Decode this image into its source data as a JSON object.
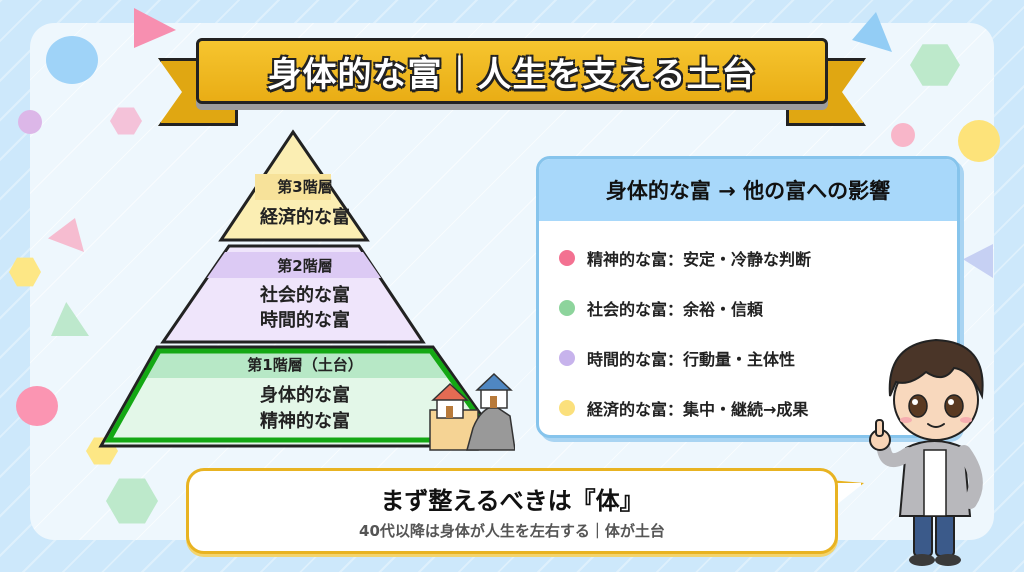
{
  "title": {
    "text": "身体的な富｜人生を支える土台",
    "ribbon_color": "#f3bc22"
  },
  "pyramid": {
    "tiers": [
      {
        "level": "第3階層",
        "items": [
          "経済的な富"
        ],
        "color": "#fbeeb3",
        "head_color": "#f7e29a"
      },
      {
        "level": "第2階層",
        "items": [
          "社会的な富",
          "時間的な富"
        ],
        "color": "#efe5fb",
        "head_color": "#dccaf4"
      },
      {
        "level": "第1階層（土台）",
        "items": [
          "身体的な富",
          "精神的な富"
        ],
        "color": "#e3f7e8",
        "head_color": "#b7e8c6",
        "border": "#14a814"
      }
    ],
    "foundation_icon": "houses-on-ground-icon"
  },
  "card": {
    "title": "身体的な富 → 他の富への影響",
    "items": [
      {
        "label": "精神的な富：安定・冷静な判断",
        "dot_color": "#f37191"
      },
      {
        "label": "社会的な富：余裕・信頼",
        "dot_color": "#8dd49c"
      },
      {
        "label": "時間的な富：行動量・主体性",
        "dot_color": "#c7b3ec"
      },
      {
        "label": "経済的な富：集中・継続→成果",
        "dot_color": "#fbe07c"
      }
    ]
  },
  "bubble": {
    "main": "まず整えるべきは『体』",
    "sub": "40代以降は身体が人生を左右する｜体が土台"
  },
  "character": {
    "icon": "thumbs-up-boy-icon"
  }
}
